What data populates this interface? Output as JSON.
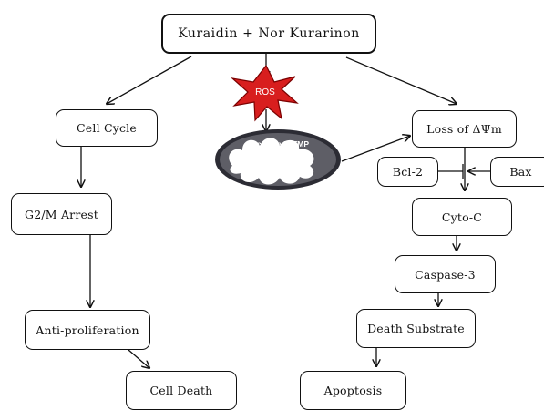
{
  "nodes": {
    "top": "Kuraidin + Nor Kurarinon",
    "ros": "ROS",
    "tmp": "Decrease in TMP",
    "cell_cycle": "Cell Cycle",
    "g2m": "G2/M Arrest",
    "antiprolif": "Anti-proliferation",
    "cell_death": "Cell Death",
    "loss": "Loss of  ΔΨm",
    "bcl2": "Bcl-2",
    "bax": "Bax",
    "cytoc": "Cyto-C",
    "casp3": "Caspase-3",
    "death_substrate": "Death Substrate",
    "apoptosis": "Apoptosis"
  },
  "colors": {
    "ros_burst": "#d81e1e",
    "ros_outline": "#7a0000",
    "ellipse_fill": "#5e5e66",
    "ellipse_ring": "#2c2c34",
    "line": "#111111"
  }
}
